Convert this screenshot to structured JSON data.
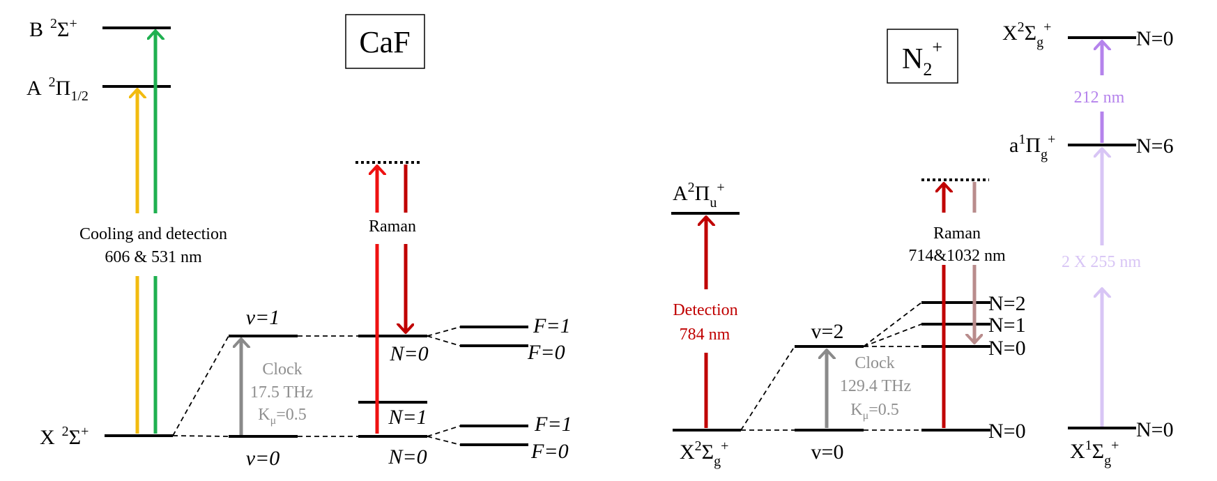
{
  "colors": {
    "yellow": "#f2bb0f",
    "green": "#1fb050",
    "red": "#ee1111",
    "darkred": "#c00000",
    "grey": "#8a8a8a",
    "greytext": "#8f8f8f",
    "rose": "#b98c8c",
    "purple": "#b583ec",
    "lightpurple": "#d8c5f5"
  },
  "caf": {
    "title": "CaF",
    "state_B": {
      "main": "B",
      "sup": "2",
      "sym": "Σ",
      "sup2": "+"
    },
    "state_A": {
      "main": "A",
      "sup": "2",
      "sym": "Π",
      "sub": "1/2"
    },
    "state_X": {
      "main": "X",
      "sup": "2",
      "sym": "Σ",
      "sup2": "+"
    },
    "cooling_line1": "Cooling and detection",
    "cooling_line2": "606 & 531 nm",
    "v1": "v=1",
    "v0": "v=0",
    "clock_label": "Clock",
    "clock_freq": "17.5 THz",
    "clock_k": {
      "main": "K",
      "sub": "μ",
      "rest": "=0.5"
    },
    "raman": "Raman",
    "n0_upper": "N=0",
    "n1": "N=1",
    "n0_lower": "N=0",
    "f1_upper": "F=1",
    "f0_upper": "F=0",
    "f1_lower": "F=1",
    "f0_lower": "F=0"
  },
  "n2": {
    "title": {
      "main": "N",
      "sub": "2",
      "sup": "+"
    },
    "state_A": {
      "main": "A",
      "sup": "2",
      "sym": "Π",
      "sub": "u",
      "sup2": "+"
    },
    "state_X2": {
      "main": "X",
      "sup": "2",
      "sym": "Σ",
      "sub": "g",
      "sup2": "+"
    },
    "detection_line1": "Detection",
    "detection_line2": "784 nm",
    "v2": "v=2",
    "v0": "v=0",
    "clock_label": "Clock",
    "clock_freq": "129.4 THz",
    "clock_k": {
      "main": "K",
      "sub": "μ",
      "rest": "=0.5"
    },
    "raman": "Raman",
    "raman_wl": "714&1032 nm",
    "n2": "N=2",
    "n1": "N=1",
    "n0_mid": "N=0",
    "n0_bottom": "N=0",
    "top_state": {
      "main": "X",
      "sup": "2",
      "sym": "Σ",
      "sub": "g",
      "sup2": "+"
    },
    "top_n": "N=0",
    "a_state": {
      "main": "a",
      "sup": "1",
      "sym": "Π",
      "sub": "g",
      "sup2": "+"
    },
    "a_n": "N=6",
    "x1_state": {
      "main": "X",
      "sup": "1",
      "sym": "Σ",
      "sub": "g",
      "sup2": "+"
    },
    "x1_n": "N=0",
    "wl_212": "212 nm",
    "wl_255": "2 X 255 nm"
  }
}
